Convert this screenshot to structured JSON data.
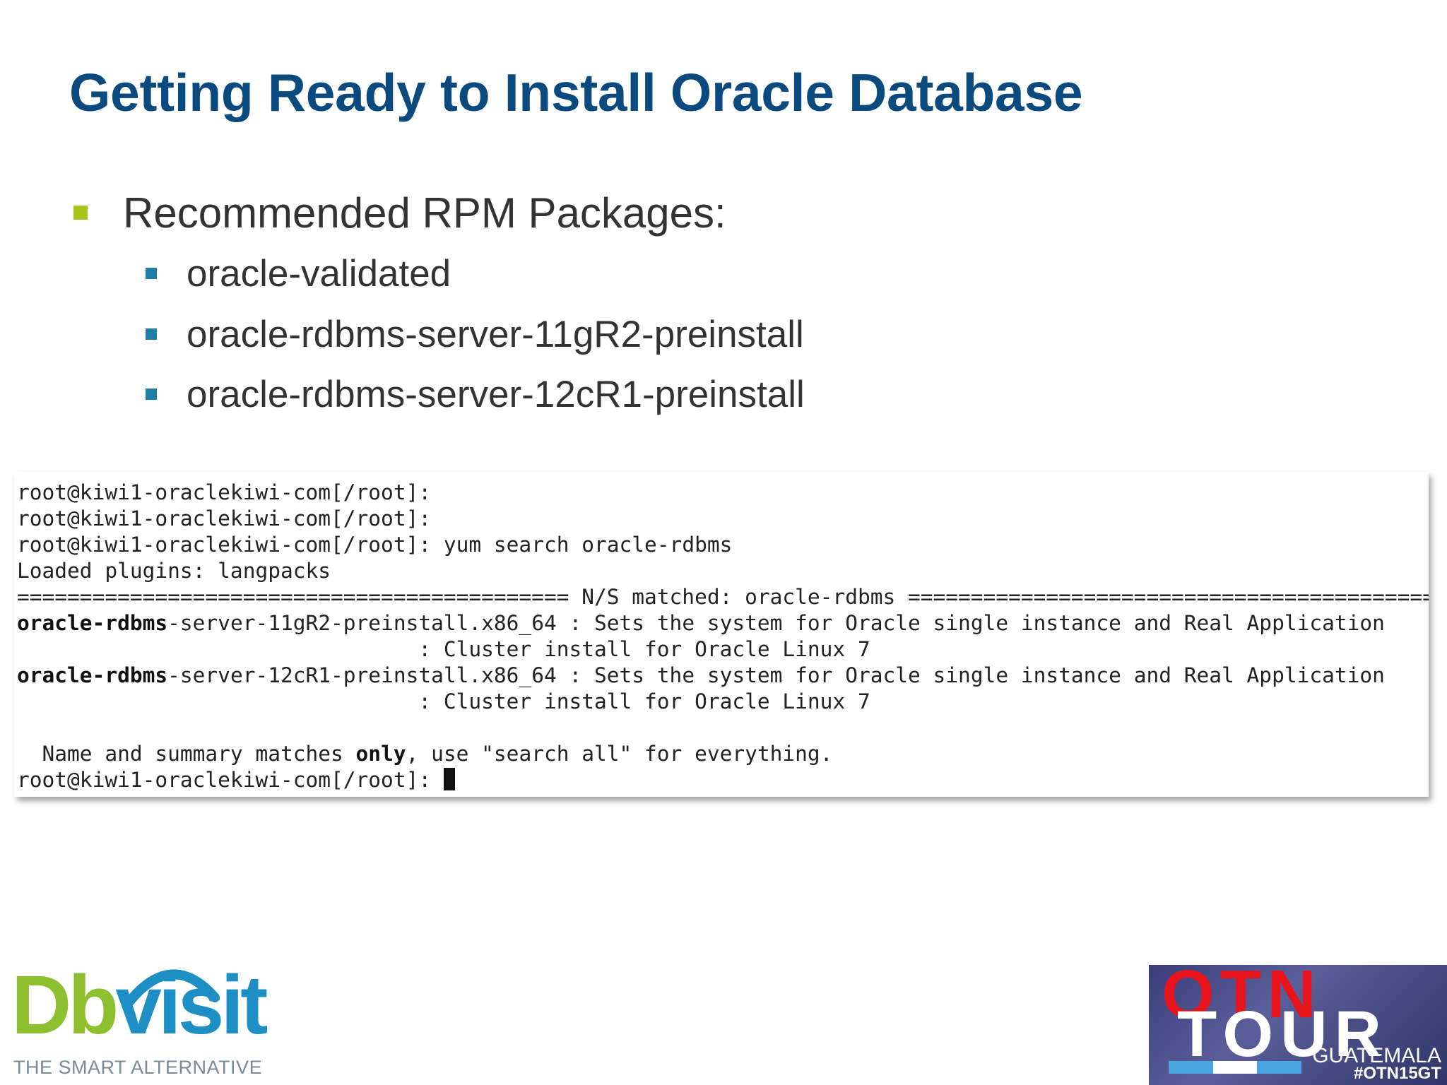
{
  "slide": {
    "title": "Getting Ready to Install Oracle Database",
    "bullet": "Recommended RPM Packages:",
    "sub_bullets": [
      "oracle-validated",
      "oracle-rdbms-server-11gR2-preinstall",
      "oracle-rdbms-server-12cR1-preinstall"
    ]
  },
  "terminal": {
    "prompt_1": "root@kiwi1-oraclekiwi-com[/root]:",
    "prompt_2": "root@kiwi1-oraclekiwi-com[/root]:",
    "prompt_3": "root@kiwi1-oraclekiwi-com[/root]:",
    "command_3": " yum search oracle-rdbms",
    "line_plugins": "Loaded plugins: langpacks",
    "line_separator": "============================================ N/S matched: oracle-rdbms ============================================",
    "pkg_match": "oracle-rdbms",
    "pkg1_rest": "-server-11gR2-preinstall.x86_64 : Sets the system for Oracle single instance and Real Application",
    "pkg1_cont": "                                : Cluster install for Oracle Linux 7",
    "pkg2_rest": "-server-12cR1-preinstall.x86_64 : Sets the system for Oracle single instance and Real Application",
    "pkg2_cont": "                                : Cluster install for Oracle Linux 7",
    "note_a": "  Name and summary matches ",
    "note_b": "only",
    "note_c": ", use \"search all\" for everything.",
    "prompt_4": "root@kiwi1-oraclekiwi-com[/root]: "
  },
  "logos": {
    "dbvisit_db": "Db",
    "dbvisit_visit": "visit",
    "dbvisit_tagline": "THE SMART ALTERNATIVE",
    "otn_line1": "OTN",
    "otn_line2": "TOUR",
    "otn_place": "GUATEMALA",
    "otn_tag": "#OTN15GT"
  },
  "colors": {
    "title": "#0a4a7f",
    "bullet_l1": "#a6c419",
    "bullet_l2": "#1e7ea8",
    "dbvisit_green": "#8dbf2e",
    "dbvisit_blue": "#1e8fc4",
    "otn_red": "#e8141c"
  }
}
